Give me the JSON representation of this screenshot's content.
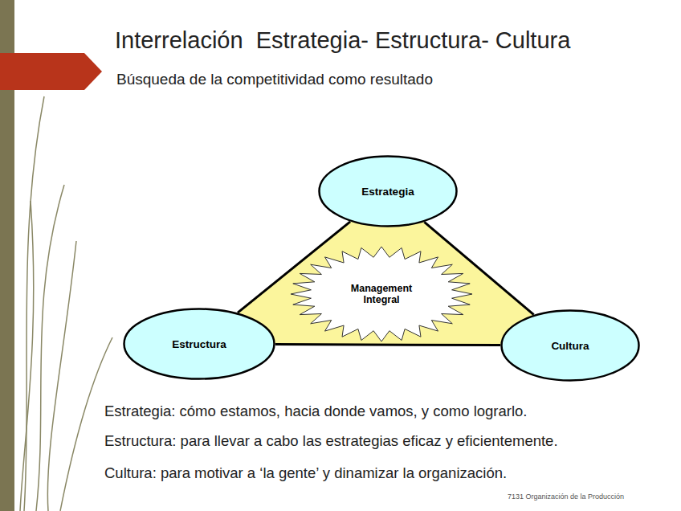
{
  "diagram": {
    "title": "Interrelación  Estrategia- Estructura- Cultura",
    "nodes": [
      {
        "text": [
          "Estrategia"
        ]
      },
      {
        "text": [
          "Management Integral"
        ]
      },
      {
        "text": [
          "Estructura"
        ]
      },
      {
        "text": [
          "Cultura"
        ]
      }
    ],
    "edges": [
      {
        "from": 0,
        "to": 2,
        "arrow": "none"
      },
      {
        "from": 0,
        "to": 3,
        "arrow": "none"
      },
      {
        "from": 2,
        "to": 3,
        "arrow": "none"
      }
    ],
    "labels": [
      "Búsqueda de la competitividad como resultado",
      "Estrategia: cómo estamos, hacia donde vamos, y como lograrlo.",
      "Estructura: para llevar a cabo las estrategias eficaz y eficientemente.",
      "Cultura: para motivar a ‘la gente’ y dinamizar la organización.",
      "7131 Organización de la Producción"
    ]
  }
}
